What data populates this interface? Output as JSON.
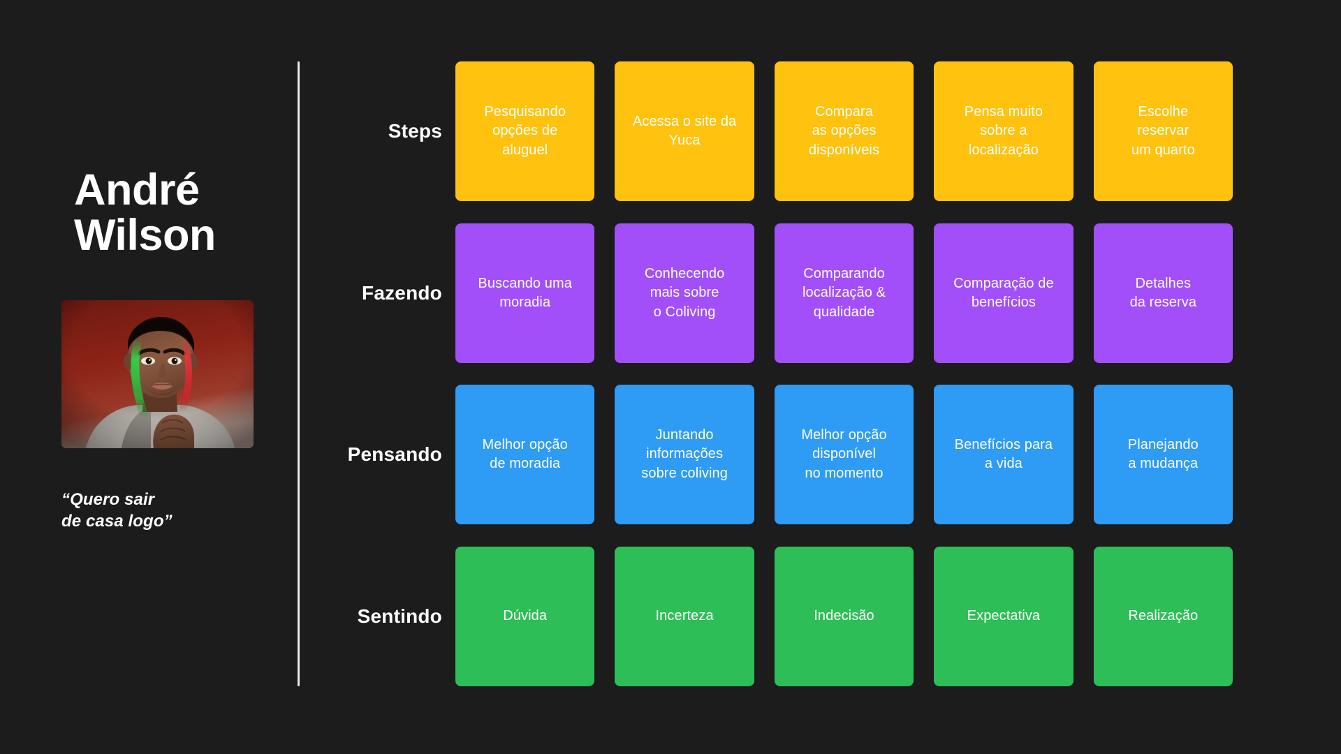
{
  "persona": {
    "name_line1": "André",
    "name_line2": "Wilson",
    "quote_line1": "“Quero sair",
    "quote_line2": "de casa logo”",
    "photo_alt": "portrait-photo"
  },
  "colors": {
    "background": "#1c1c1c",
    "divider": "#e8e8e8",
    "text": "#ffffff",
    "steps": "#FFC20E",
    "fazendo": "#A24FFA",
    "pensando": "#2E9BF5",
    "sentindo": "#2DBE57"
  },
  "rows": [
    {
      "label": "Steps",
      "color_key": "steps",
      "cards": [
        "Pesquisando\nopções de\naluguel",
        "Acessa o site da\nYuca",
        "Compara\nas opções\ndisponíveis",
        "Pensa muito\nsobre a\nlocalização",
        "Escolhe\nreservar\num quarto"
      ]
    },
    {
      "label": "Fazendo",
      "color_key": "fazendo",
      "cards": [
        "Buscando uma\nmoradia",
        "Conhecendo\nmais sobre\no Coliving",
        "Comparando\nlocalização &\nqualidade",
        "Comparação de\nbenefícios",
        "Detalhes\nda reserva"
      ]
    },
    {
      "label": "Pensando",
      "color_key": "pensando",
      "cards": [
        "Melhor opção\nde moradia",
        "Juntando\ninformações\nsobre coliving",
        "Melhor opção\ndisponível\nno momento",
        "Benefícios para\na vida",
        "Planejando\na mudança"
      ]
    },
    {
      "label": "Sentindo",
      "color_key": "sentindo",
      "cards": [
        "Dúvida",
        "Incerteza",
        "Indecisão",
        "Expectativa",
        "Realização"
      ]
    }
  ]
}
